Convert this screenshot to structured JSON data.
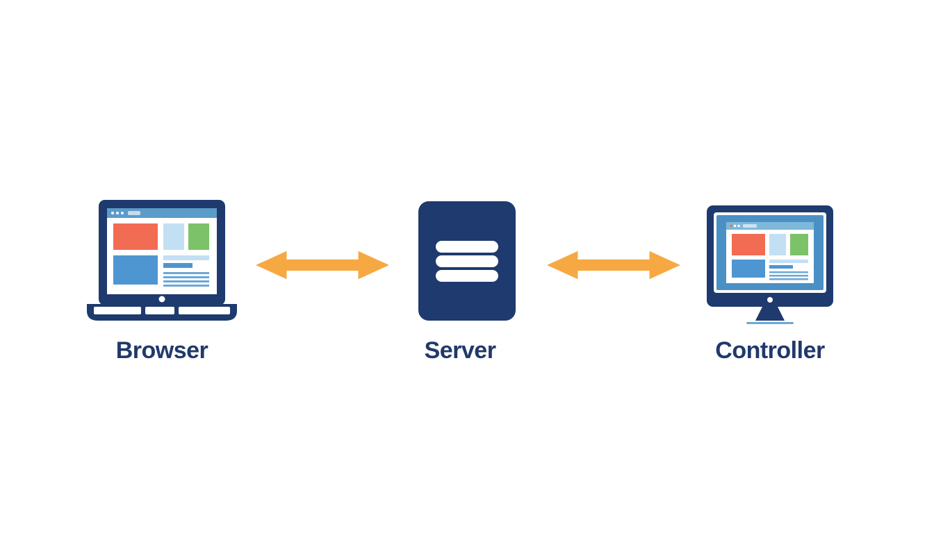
{
  "diagram": {
    "title": "",
    "background": "#ffffff",
    "colors": {
      "navy": "#1e3a6e",
      "label": "#21396b",
      "arrow_orange": "#f6a942",
      "toolbar_blue": "#5b9cc9",
      "screen_blue": "#4a90c4",
      "window_toolbar_blue": "#7fb8d9",
      "content_red": "#f26b53",
      "content_lightblue": "#c3dff4",
      "content_green": "#7cc268",
      "content_blue": "#4e96d2",
      "line_blue": "#6ba7d6"
    },
    "nodes": [
      {
        "id": "browser",
        "label": "Browser",
        "icon": "laptop-browser-icon"
      },
      {
        "id": "server",
        "label": "Server",
        "icon": "server-icon"
      },
      {
        "id": "controller",
        "label": "Controller",
        "icon": "desktop-monitor-icon"
      }
    ],
    "connections": [
      {
        "from": "browser",
        "to": "server",
        "type": "bidirectional-arrow",
        "color": "#f6a942"
      },
      {
        "from": "server",
        "to": "controller",
        "type": "bidirectional-arrow",
        "color": "#f6a942"
      }
    ]
  }
}
